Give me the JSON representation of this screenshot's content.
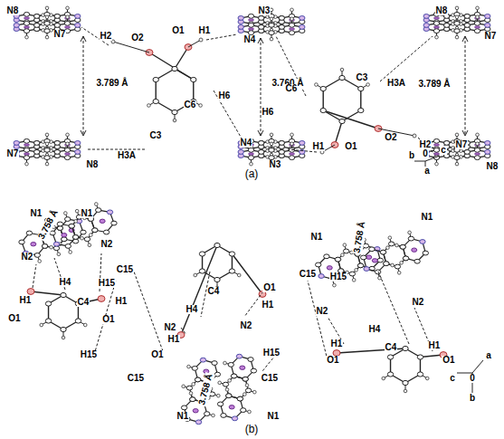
{
  "diagram": {
    "labels": [
      "N8",
      "N7",
      "H2",
      "O2",
      "O1",
      "H1",
      "N3",
      "N4",
      "3.789 Å",
      "3.760 Å",
      "H6",
      "C6",
      "C3",
      "H3A",
      "N7",
      "N8",
      "C6",
      "H6",
      "N4",
      "N3",
      "H1",
      "O1",
      "O2",
      "H2",
      "C3",
      "H3A",
      "N8",
      "N7",
      "3.789 Å",
      "N7",
      "N8",
      "b",
      "0",
      "c",
      "a",
      "(a)",
      "N1",
      "3.758 Å",
      "N1",
      "N2",
      "C15",
      "H15",
      "N2",
      "H4",
      "H1",
      "O1",
      "C4",
      "H1",
      "O1",
      "H15",
      "C4",
      "O1",
      "H1",
      "H1",
      "O1",
      "H4",
      "N2",
      "N2",
      "H15",
      "C15",
      "C15",
      "3.758 Å",
      "N1",
      "N1",
      "N1",
      "3.758 Å",
      "N1",
      "C15",
      "H15",
      "N2",
      "N2",
      "H4",
      "H1",
      "O1",
      "C4",
      "H1",
      "O1",
      "a",
      "c",
      "0",
      "b",
      "(b)"
    ]
  }
}
